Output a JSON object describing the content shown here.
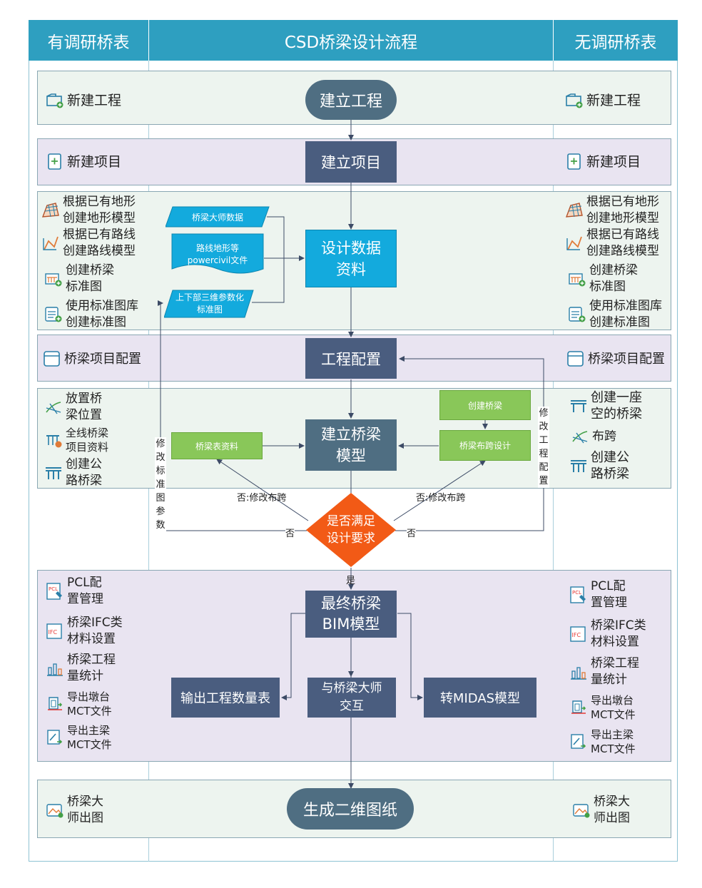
{
  "header": {
    "left": "有调研桥表",
    "center": "CSD桥梁设计流程",
    "right": "无调研桥表"
  },
  "colors": {
    "header": "#2e9fc0",
    "navy": "#4a5d7f",
    "pill": "#4f6e82",
    "cyan": "#13aadd",
    "light_green": "#89c759",
    "decision": "#f25a16",
    "band_green": "#edf4ef",
    "band_purple": "#e9e4f1"
  },
  "left": {
    "new_project": "新建工程",
    "new_item": "新建项目",
    "terrain": "根据已有地形\n创建地形模型",
    "route": "根据已有路线\n创建路线模型",
    "bridge_std": "创建桥梁\n标准图",
    "std_lib": "使用标准图库\n创建标准图",
    "config": "桥梁项目配置",
    "place": "放置桥\n梁位置",
    "full_line": "全线桥梁\n项目资料",
    "highway": "创建公\n路桥梁",
    "pcl": "PCL配\n置管理",
    "ifc": "桥梁IFC类\n材料设置",
    "qty": "桥梁工程\n量统计",
    "pier": "导出墩台\nMCT文件",
    "girder": "导出主梁\nMCT文件",
    "drawing": "桥梁大\n师出图"
  },
  "right": {
    "new_project": "新建工程",
    "new_item": "新建项目",
    "terrain": "根据已有地形\n创建地形模型",
    "route": "根据已有路线\n创建路线模型",
    "bridge_std": "创建桥梁\n标准图",
    "std_lib": "使用标准图库\n创建标准图",
    "config": "桥梁项目配置",
    "empty_bridge": "创建一座\n空的桥梁",
    "span": "布跨",
    "highway": "创建公\n路桥梁",
    "pcl": "PCL配\n置管理",
    "ifc": "桥梁IFC类\n材料设置",
    "qty": "桥梁工程\n量统计",
    "pier": "导出墩台\nMCT文件",
    "girder": "导出主梁\nMCT文件",
    "drawing": "桥梁大\n师出图"
  },
  "flow": {
    "build_project": "建立工程",
    "build_item": "建立项目",
    "design_data": "设计数据\n资料",
    "data_master": "桥梁大师数据",
    "data_route": "路线地形等\npowercivil文件",
    "data_param": "上下部三维参数化\n标准图",
    "eng_config": "工程配置",
    "build_model": "建立桥梁\n模型",
    "bridge_table": "桥梁表资料",
    "create_bridge": "创建桥梁",
    "span_design": "桥梁布跨设计",
    "decision": "是否满足\n设计要求",
    "no_span_left": "否:修改布跨",
    "no_span_right": "否:修改布跨",
    "no_left": "否",
    "no_right": "否",
    "yes": "是",
    "modify_std": "修改标准图参数",
    "modify_cfg": "修改工程配置",
    "final_bim": "最终桥梁\nBIM模型",
    "output_qty": "输出工程数量表",
    "interact": "与桥梁大师\n交互",
    "midas": "转MIDAS模型",
    "gen_2d": "生成二维图纸"
  }
}
